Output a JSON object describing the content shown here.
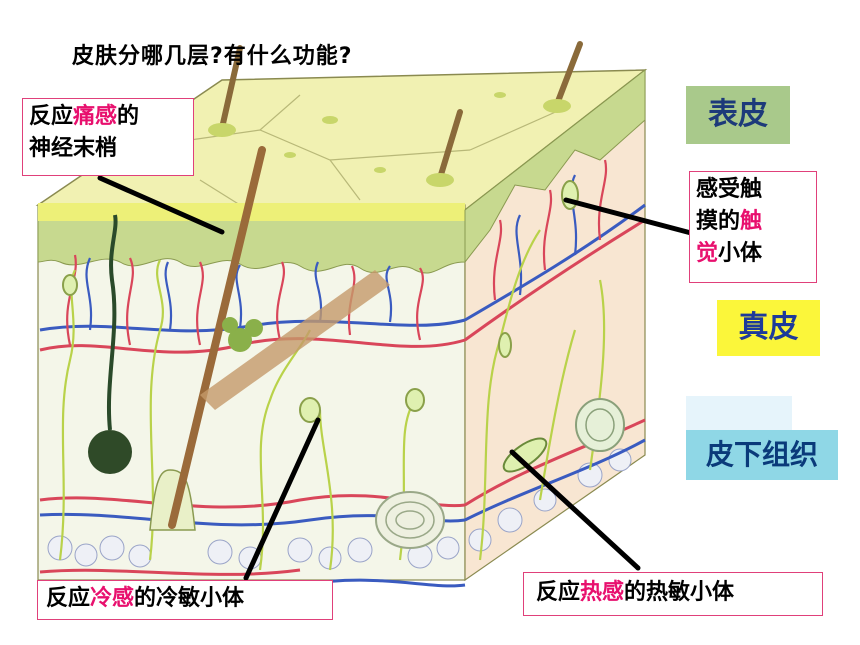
{
  "title": "皮肤分哪几层?有什么功能?",
  "labels": {
    "pain": {
      "pre": "反应",
      "hl": "痛感",
      "post": "的",
      "line2": "神经末梢"
    },
    "touch": {
      "line1": "感受触",
      "line2_pre": "摸的",
      "line2_hl": "触",
      "line3_hl": "觉",
      "line3_post": "小体"
    },
    "cold": {
      "pre": "反应",
      "hl": "冷感",
      "post": "的冷敏小体"
    },
    "heat": {
      "pre": "反应",
      "hl": "热感",
      "post": "的热敏小体"
    }
  },
  "layers": {
    "epidermis": "表皮",
    "dermis": "真皮",
    "subcutaneous": "皮下组织"
  },
  "colors": {
    "highlight": "#e8106e",
    "border": "#e0407a",
    "epidermis_bg": "#a9c98b",
    "dermis_bg": "#fbf63a",
    "subcutaneous_bg": "#8fd7e6"
  }
}
